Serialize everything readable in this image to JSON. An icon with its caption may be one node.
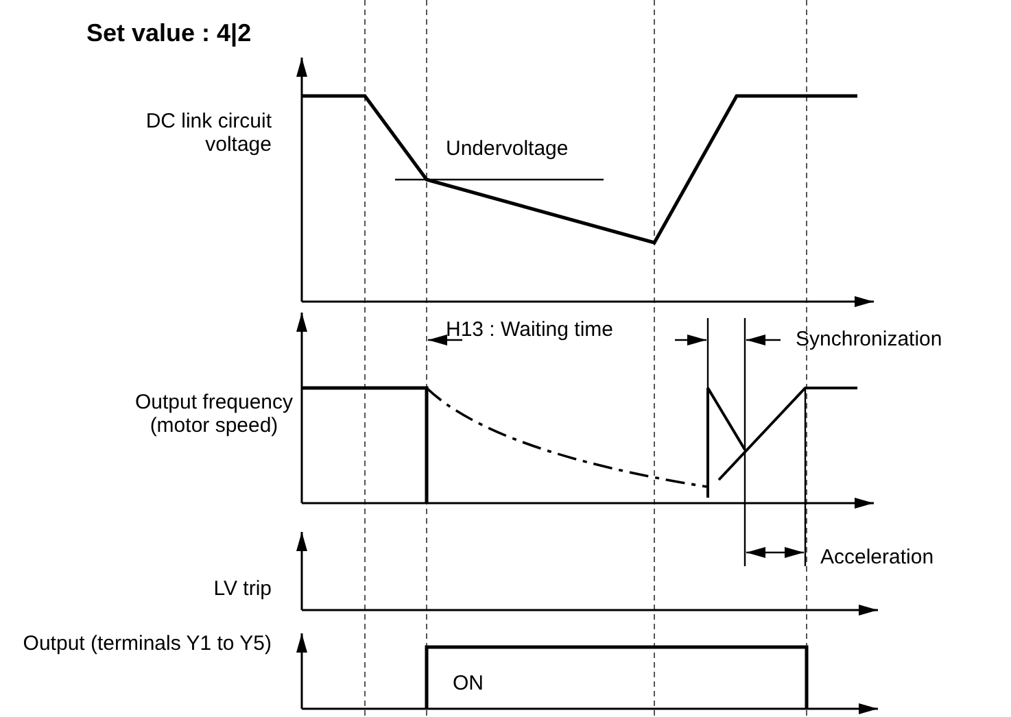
{
  "diagram": {
    "title": "Set value : 4|2",
    "labels": [
      "DC link circuit voltage",
      "Undervoltage",
      "H13 : Waiting time",
      "Synchronization",
      "Output frequency (motor speed)",
      "Acceleration",
      "LV trip",
      "Output (terminals Y1 to Y5)",
      "ON"
    ]
  }
}
